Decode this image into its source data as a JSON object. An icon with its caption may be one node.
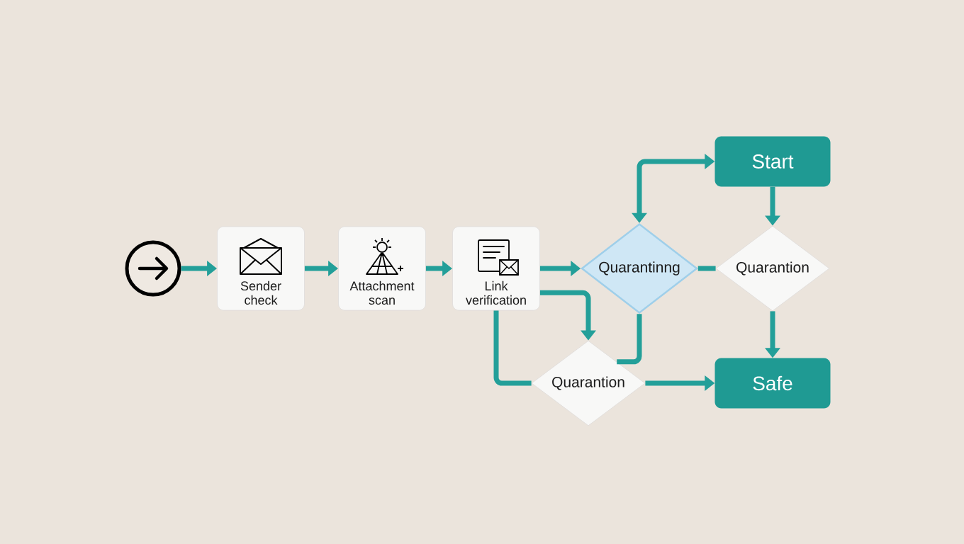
{
  "diagram": {
    "nodes": [
      {
        "text": [],
        "shape": "circle"
      },
      {
        "text": [
          "Sender check"
        ]
      },
      {
        "text": [
          "Attachment scan"
        ]
      },
      {
        "text": [
          "Link verification"
        ]
      },
      {
        "text": [
          "Quarantinng"
        ]
      },
      {
        "text": [
          "Start"
        ]
      },
      {
        "text": [
          "Quarantion"
        ]
      },
      {
        "text": [
          "Quarantion"
        ]
      },
      {
        "text": [
          "Safe"
        ]
      }
    ],
    "edges": [
      {
        "from": 0,
        "to": 1,
        "arrow": "to"
      },
      {
        "from": 1,
        "to": 2,
        "arrow": "to"
      },
      {
        "from": 2,
        "to": 3,
        "arrow": "to"
      },
      {
        "from": 3,
        "to": 4,
        "arrow": "to"
      },
      {
        "from": 3,
        "to": 7,
        "arrow": "to"
      },
      {
        "from": 3,
        "to": 7,
        "arrow": "none"
      },
      {
        "from": 4,
        "to": 5,
        "arrow": "both"
      },
      {
        "from": 5,
        "to": 6,
        "arrow": "to"
      },
      {
        "from": 4,
        "to": 6,
        "arrow": "none"
      },
      {
        "from": 6,
        "to": 8,
        "arrow": "to"
      },
      {
        "from": 7,
        "to": 8,
        "arrow": "to"
      },
      {
        "from": 4,
        "to": 7,
        "arrow": "none"
      }
    ]
  }
}
